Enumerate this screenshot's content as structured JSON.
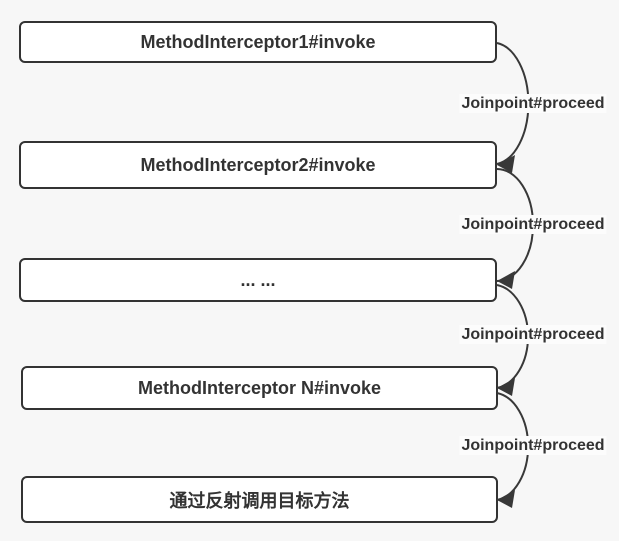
{
  "diagram": {
    "description": "AOP method interceptor chain flow",
    "colors": {
      "background": "#f7f7f7",
      "node_fill": "#ffffff",
      "node_border": "#333333",
      "text": "#333333",
      "edge_line": "#383838",
      "edge_label_background": "#fcfcfc"
    },
    "nodes": [
      {
        "label": "MethodInterceptor1#invoke"
      },
      {
        "label": "MethodInterceptor2#invoke"
      },
      {
        "label": "... ..."
      },
      {
        "label": "MethodInterceptor N#invoke"
      },
      {
        "label": "通过反射调用目标方法"
      }
    ],
    "edges": [
      {
        "label": "Joinpoint#proceed"
      },
      {
        "label": "Joinpoint#proceed"
      },
      {
        "label": "Joinpoint#proceed"
      },
      {
        "label": "Joinpoint#proceed"
      }
    ]
  }
}
